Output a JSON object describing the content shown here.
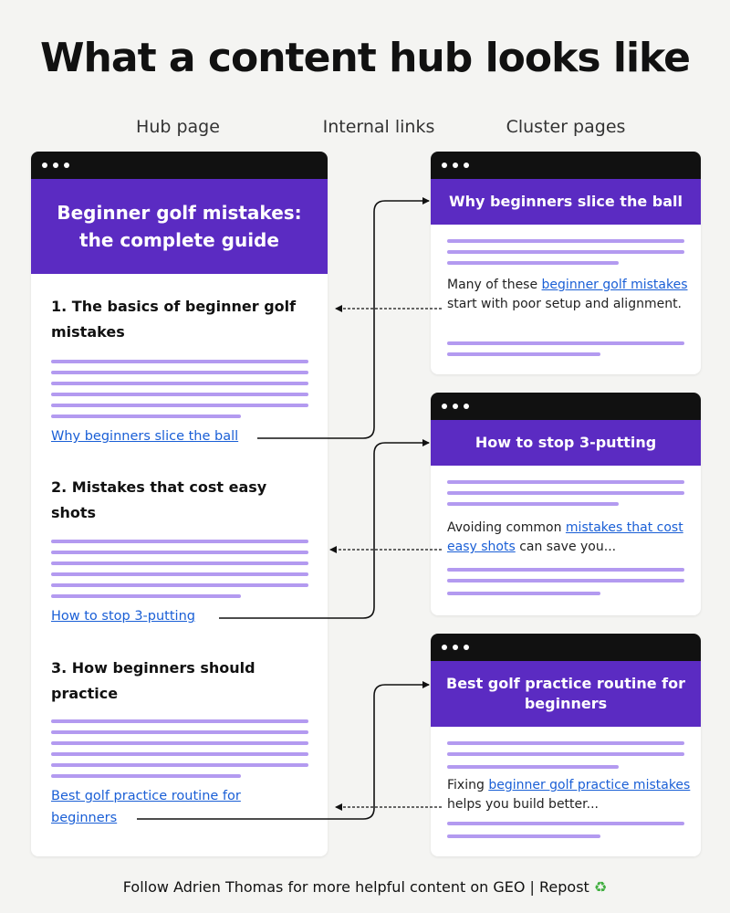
{
  "title": "What a content hub looks like",
  "labels": {
    "hub": "Hub page",
    "links": "Internal links",
    "cluster": "Cluster pages"
  },
  "hub": {
    "header": "Beginner golf mistakes: the complete guide",
    "sections": [
      {
        "title": "1. The basics of beginner golf mistakes",
        "link": "Why beginners slice the ball"
      },
      {
        "title": "2. Mistakes that cost easy shots",
        "link": "How to stop 3-putting"
      },
      {
        "title": "3. How beginners should practice",
        "link": "Best golf practice routine for beginners"
      }
    ]
  },
  "clusters": [
    {
      "header": "Why beginners slice the ball",
      "pre": "Many of these ",
      "anchor": "beginner golf mistakes",
      "post": " start with poor setup and alignment."
    },
    {
      "header": "How to stop 3-putting",
      "pre": "Avoiding common ",
      "anchor": "mistakes that cost easy shots",
      "post": " can save you..."
    },
    {
      "header": "Best golf practice routine for beginners",
      "pre": "Fixing ",
      "anchor": "beginner golf practice mistakes",
      "post": " helps you build better..."
    }
  ],
  "footer": {
    "text": "Follow Adrien Thomas for more helpful content on GEO | Repost ",
    "icon": "recycle-icon"
  },
  "colors": {
    "accent": "#5b2bc2",
    "line": "#b39af0",
    "link": "#1a5fd6",
    "window_bar": "#111111",
    "background": "#f4f4f2"
  }
}
